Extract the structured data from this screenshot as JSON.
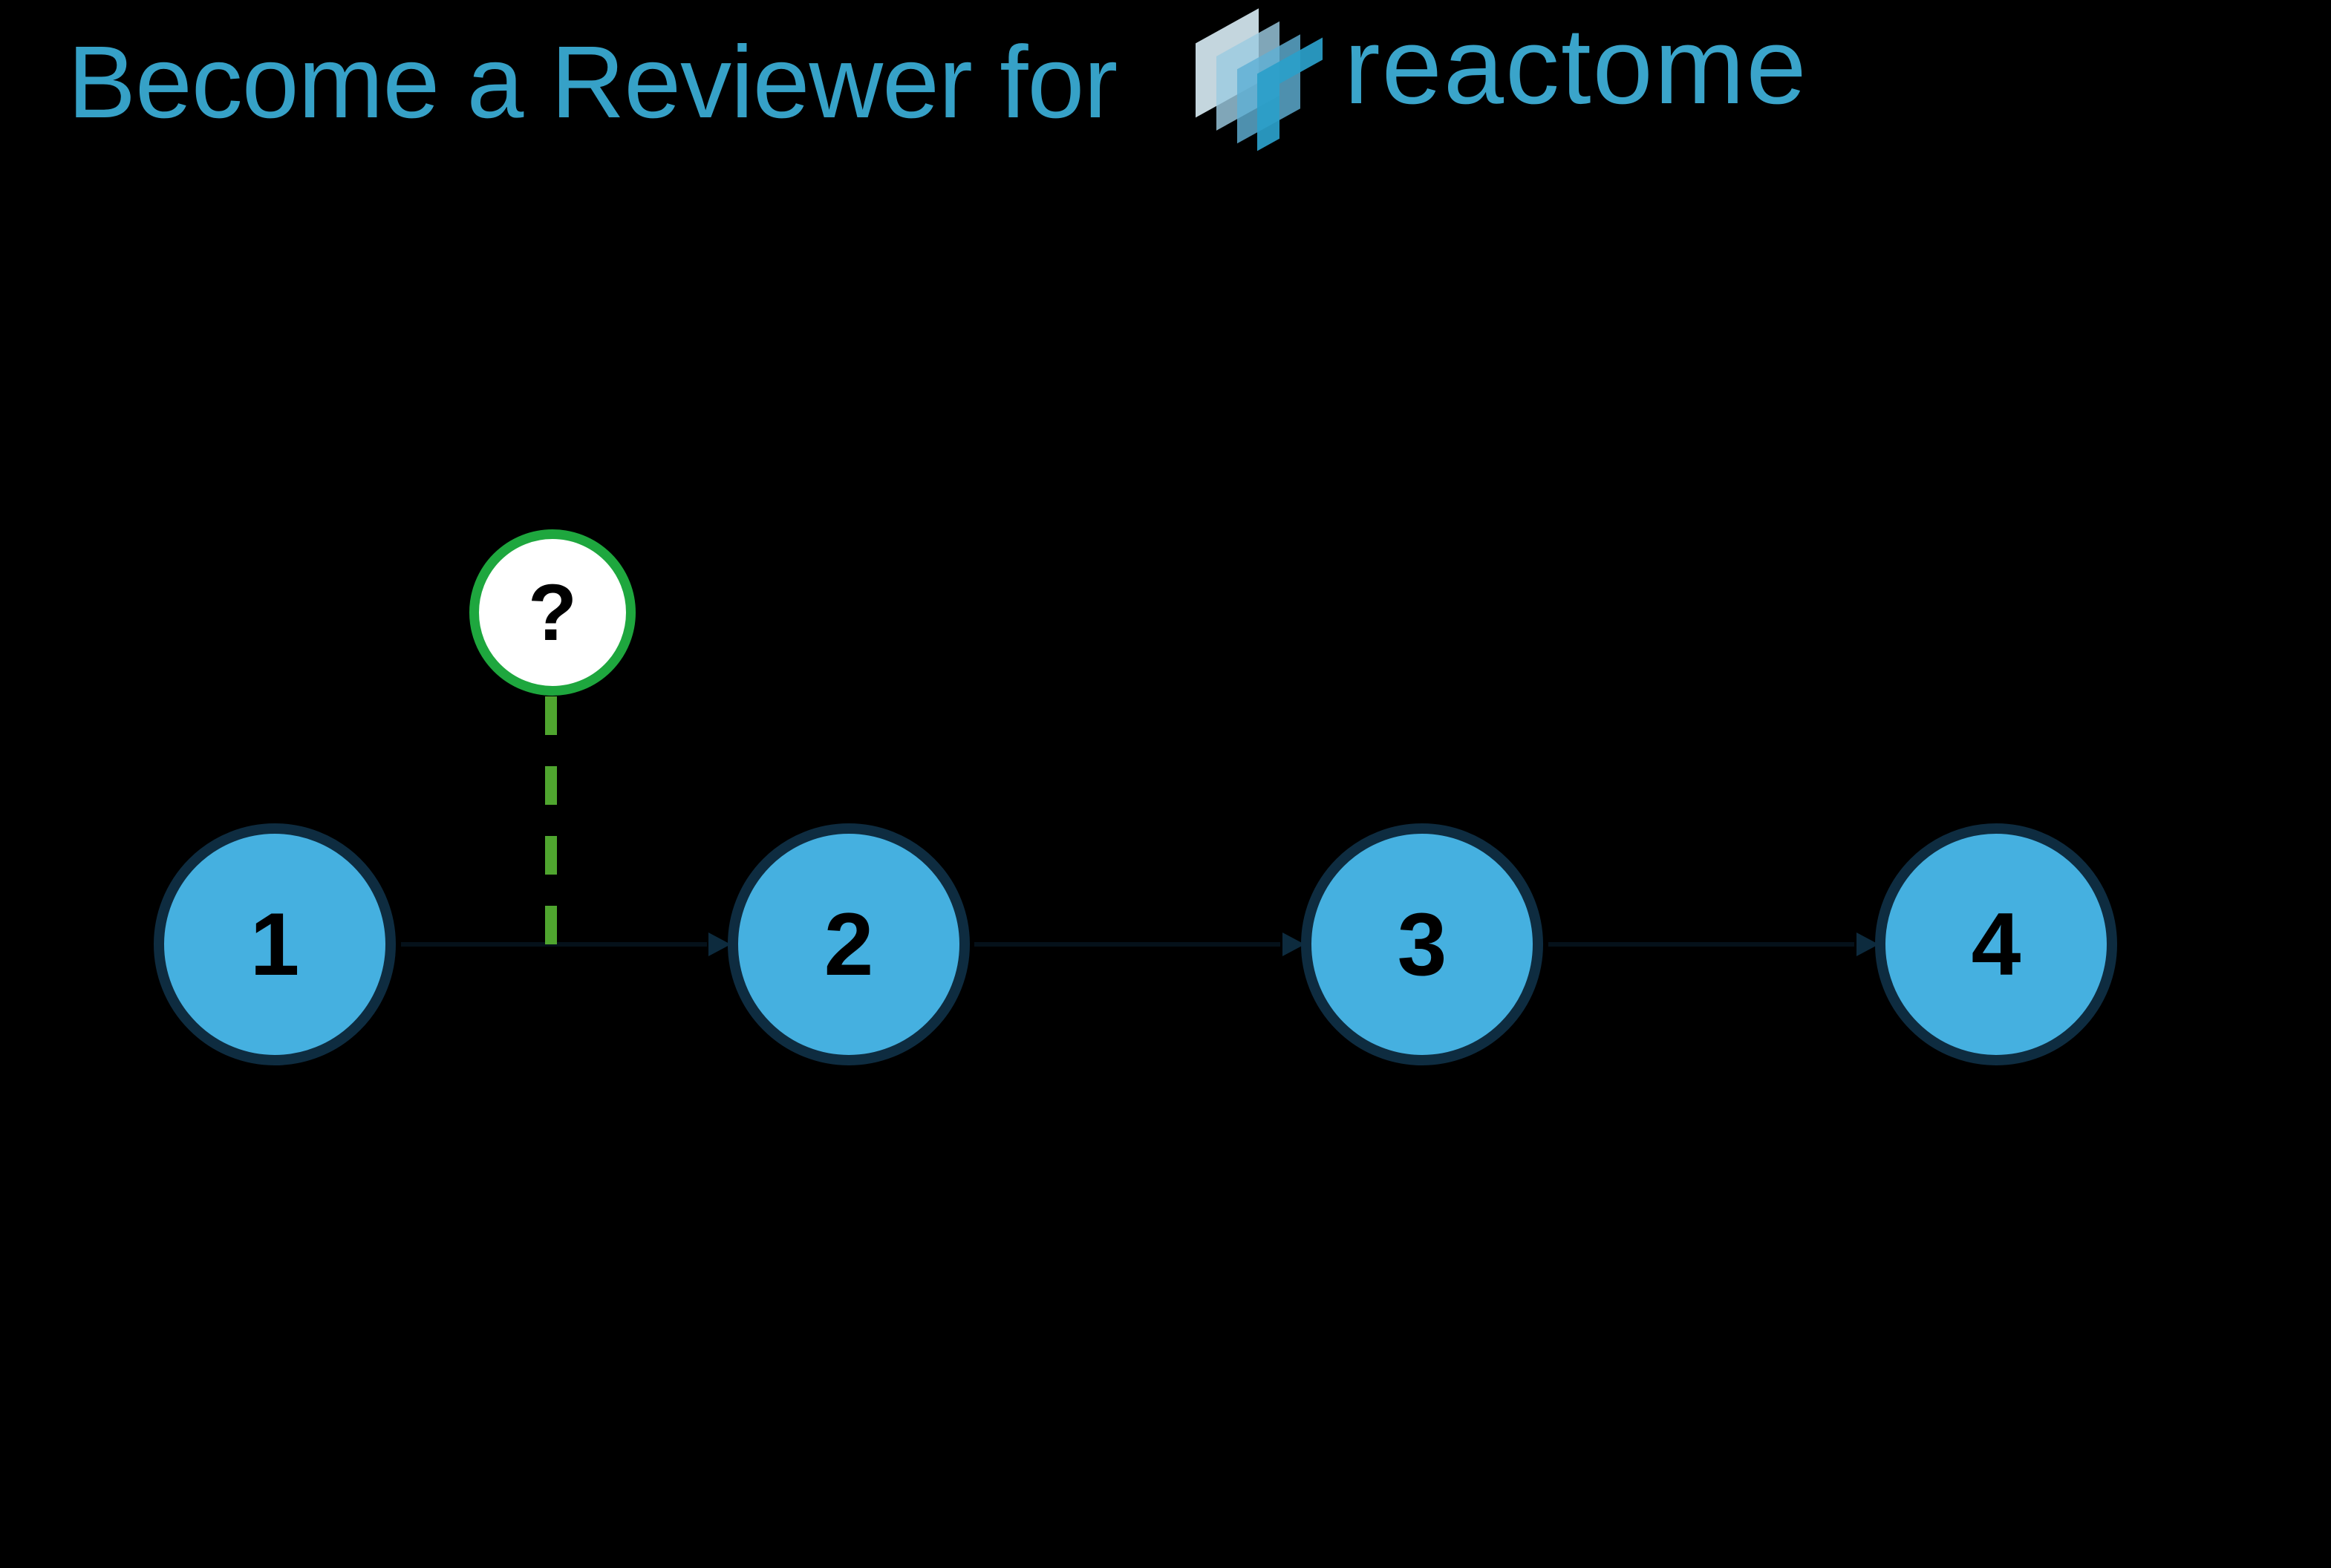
{
  "page": {
    "background_color": "#000000"
  },
  "header": {
    "title": "Become a Reviewer for",
    "title_color": "#36a1c7",
    "logo": {
      "wordmark": "reactome",
      "wordmark_color": "#3aa4ca",
      "sheet_colors": [
        "#d3e6ef",
        "#9ccbe1",
        "#5fb0d4"
      ],
      "cross_color": "#2b9fc9"
    }
  },
  "diagram": {
    "unknown_step": {
      "label": "?",
      "ring_color": "#1ea73e",
      "fill_color": "#ffffff",
      "label_color": "#000000"
    },
    "dashed_connector": {
      "color": "#4fa52f",
      "style": "dashed",
      "points_to": "between step 1 and step 2"
    },
    "steps": [
      {
        "label": "1"
      },
      {
        "label": "2"
      },
      {
        "label": "3"
      },
      {
        "label": "4"
      }
    ],
    "step_fill_color": "#45b0e0",
    "step_border_color": "#0e2c40",
    "step_label_color": "#000000",
    "arrow_color": "#0d2b3e"
  }
}
